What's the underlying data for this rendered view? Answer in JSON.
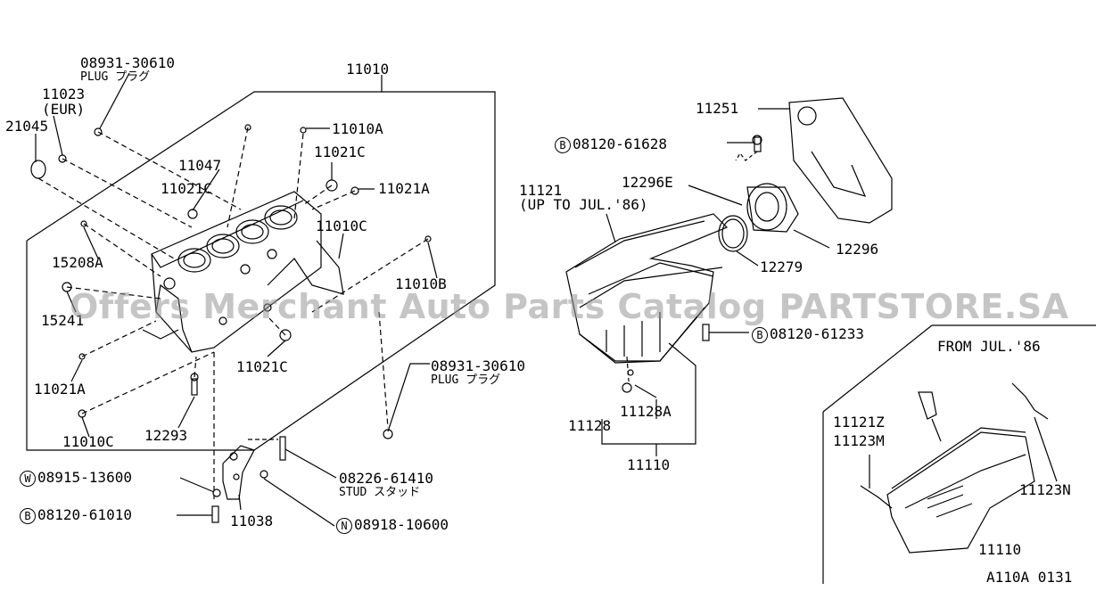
{
  "diagram_code": "A110A 0131",
  "watermark": "Offers Merchant Auto Parts Catalog PARTSTORE.SA",
  "inset_title": "FROM JUL.'86",
  "labels": {
    "p11010": "11010",
    "p08931_top": "08931-30610",
    "plug_top": "PLUG プラグ",
    "p11023": "11023",
    "eur": "(EUR)",
    "p21045": "21045",
    "p11010A": "11010A",
    "p11047": "11047",
    "p11021C_a": "11021C",
    "p11021C_b": "11021C",
    "p11021A_a": "11021A",
    "p11010C_a": "11010C",
    "p15208A": "15208A",
    "p15241": "15241",
    "p11010B": "11010B",
    "p11021C_c": "11021C",
    "p11021A_b": "11021A",
    "p12293": "12293",
    "p11010C_b": "11010C",
    "p08931_bot": "08931-30610",
    "plug_bot": "PLUG プラグ",
    "p08226": "08226-61410",
    "stud": "STUD スタッド",
    "w_code": "08915-13600",
    "b_code_1": "08120-61010",
    "p11038": "11038",
    "n_code": "08918-10600",
    "p11251": "11251",
    "b_code_2": "08120-61628",
    "p12296E": "12296E",
    "p11121": "11121",
    "upto": "(UP TO JUL.'86)",
    "p12296": "12296",
    "p12279": "12279",
    "b_code_3": "08120-61233",
    "p11128": "11128",
    "p11128A": "11128A",
    "p11110_a": "11110",
    "p11121Z": "11121Z",
    "p11123M": "11123M",
    "p11123N": "11123N",
    "p11110_b": "11110"
  },
  "prefix": {
    "W": "W",
    "B": "B",
    "N": "N"
  }
}
